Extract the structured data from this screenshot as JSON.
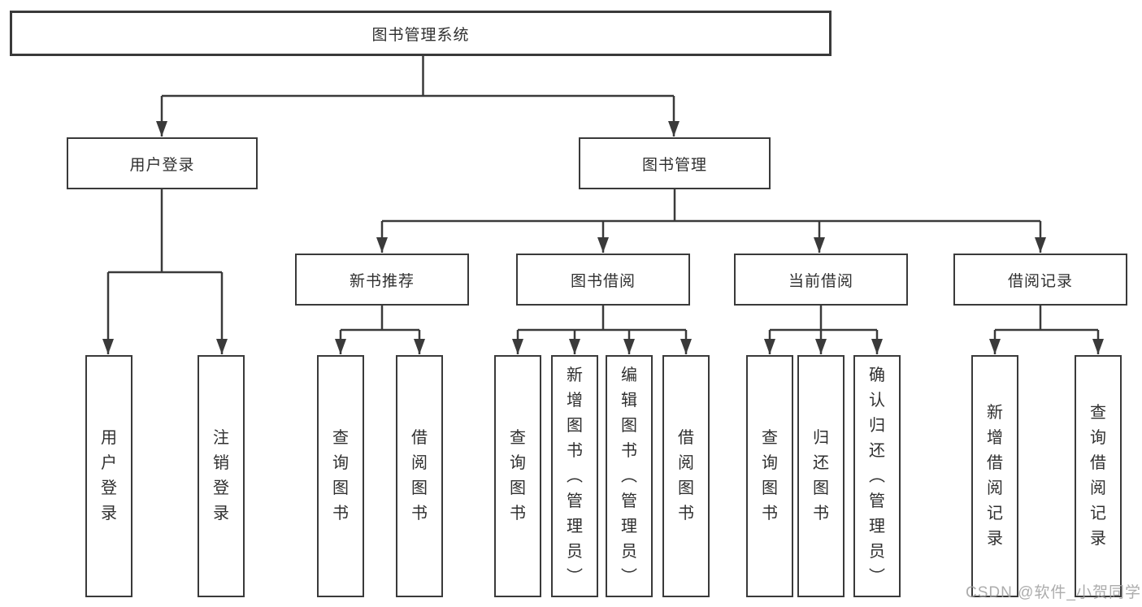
{
  "diagram": {
    "title": "图书管理系统",
    "branches": {
      "user_login": {
        "label": "用户登录",
        "children": [
          {
            "label": "用户登录"
          },
          {
            "label": "注销登录"
          }
        ]
      },
      "book_management": {
        "label": "图书管理",
        "sections": [
          {
            "label": "新书推荐",
            "children": [
              {
                "label": "查询图书"
              },
              {
                "label": "借阅图书"
              }
            ]
          },
          {
            "label": "图书借阅",
            "children": [
              {
                "label": "查询图书"
              },
              {
                "label": "新增图书（管理员）"
              },
              {
                "label": "编辑图书（管理员）"
              },
              {
                "label": "借阅图书"
              }
            ]
          },
          {
            "label": "当前借阅",
            "children": [
              {
                "label": "查询图书"
              },
              {
                "label": "归还图书"
              },
              {
                "label": "确认归还（管理员）"
              }
            ]
          },
          {
            "label": "借阅记录",
            "children": [
              {
                "label": "新增借阅记录"
              },
              {
                "label": "查询借阅记录"
              }
            ]
          }
        ]
      }
    },
    "watermark": "CSDN @软件_小贺同学",
    "colors": {
      "line": "#3a3a3a",
      "box_border": "#3a3a3a",
      "text": "#2f2f2f",
      "background": "#ffffff",
      "watermark": "#9e9e9e"
    }
  }
}
